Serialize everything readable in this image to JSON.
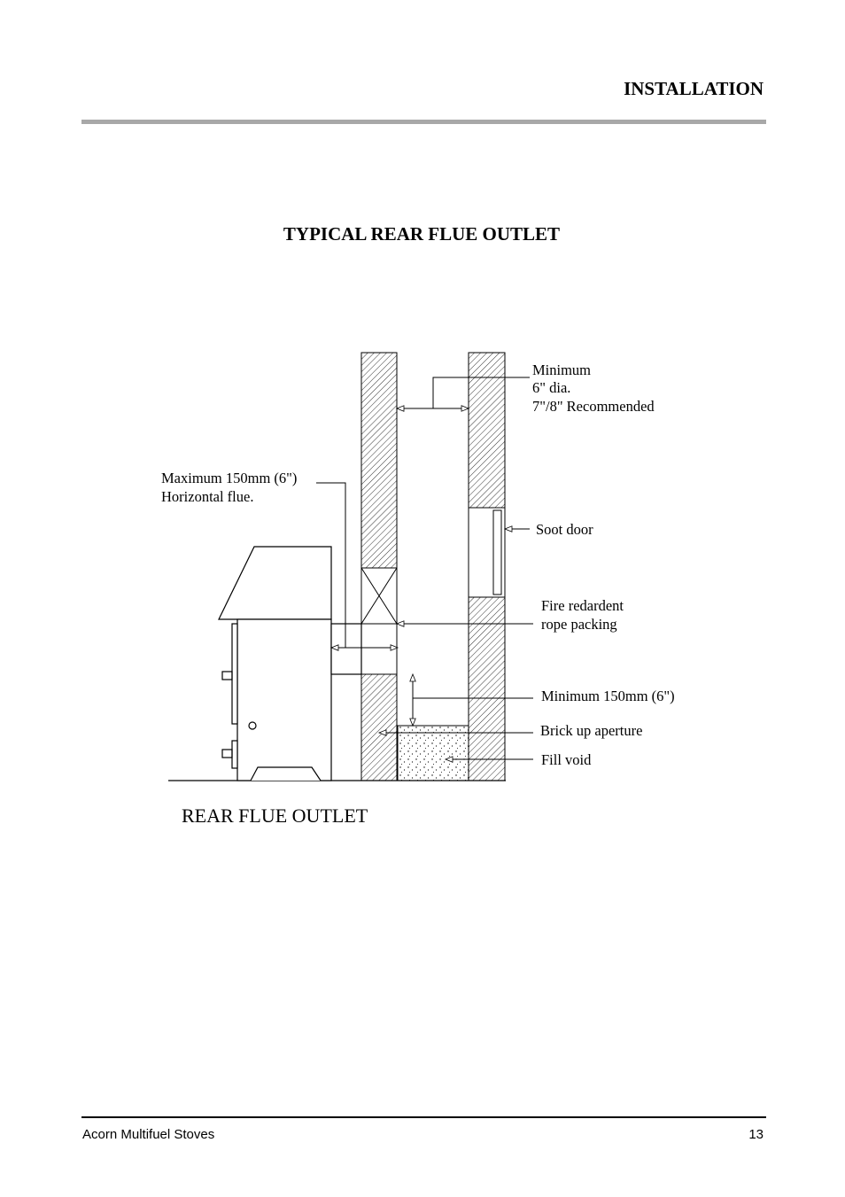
{
  "header": {
    "section": "INSTALLATION"
  },
  "diagram": {
    "title": "TYPICAL REAR FLUE OUTLET",
    "caption": "REAR FLUE OUTLET",
    "labels": {
      "min_dia_1": "Minimum",
      "min_dia_2": "6\" dia.",
      "min_dia_3": "7\"/8\" Recommended",
      "max_horiz_1": "Maximum 150mm (6\")",
      "max_horiz_2": "Horizontal flue.",
      "soot_door": "Soot door",
      "fire_rope_1": "Fire redardent",
      "fire_rope_2": "rope packing",
      "min_150": "Minimum 150mm (6\")",
      "brick_up": "Brick up aperture",
      "fill_void": "Fill void"
    }
  },
  "footer": {
    "left": "Acorn Multifuel Stoves",
    "page": "13"
  }
}
